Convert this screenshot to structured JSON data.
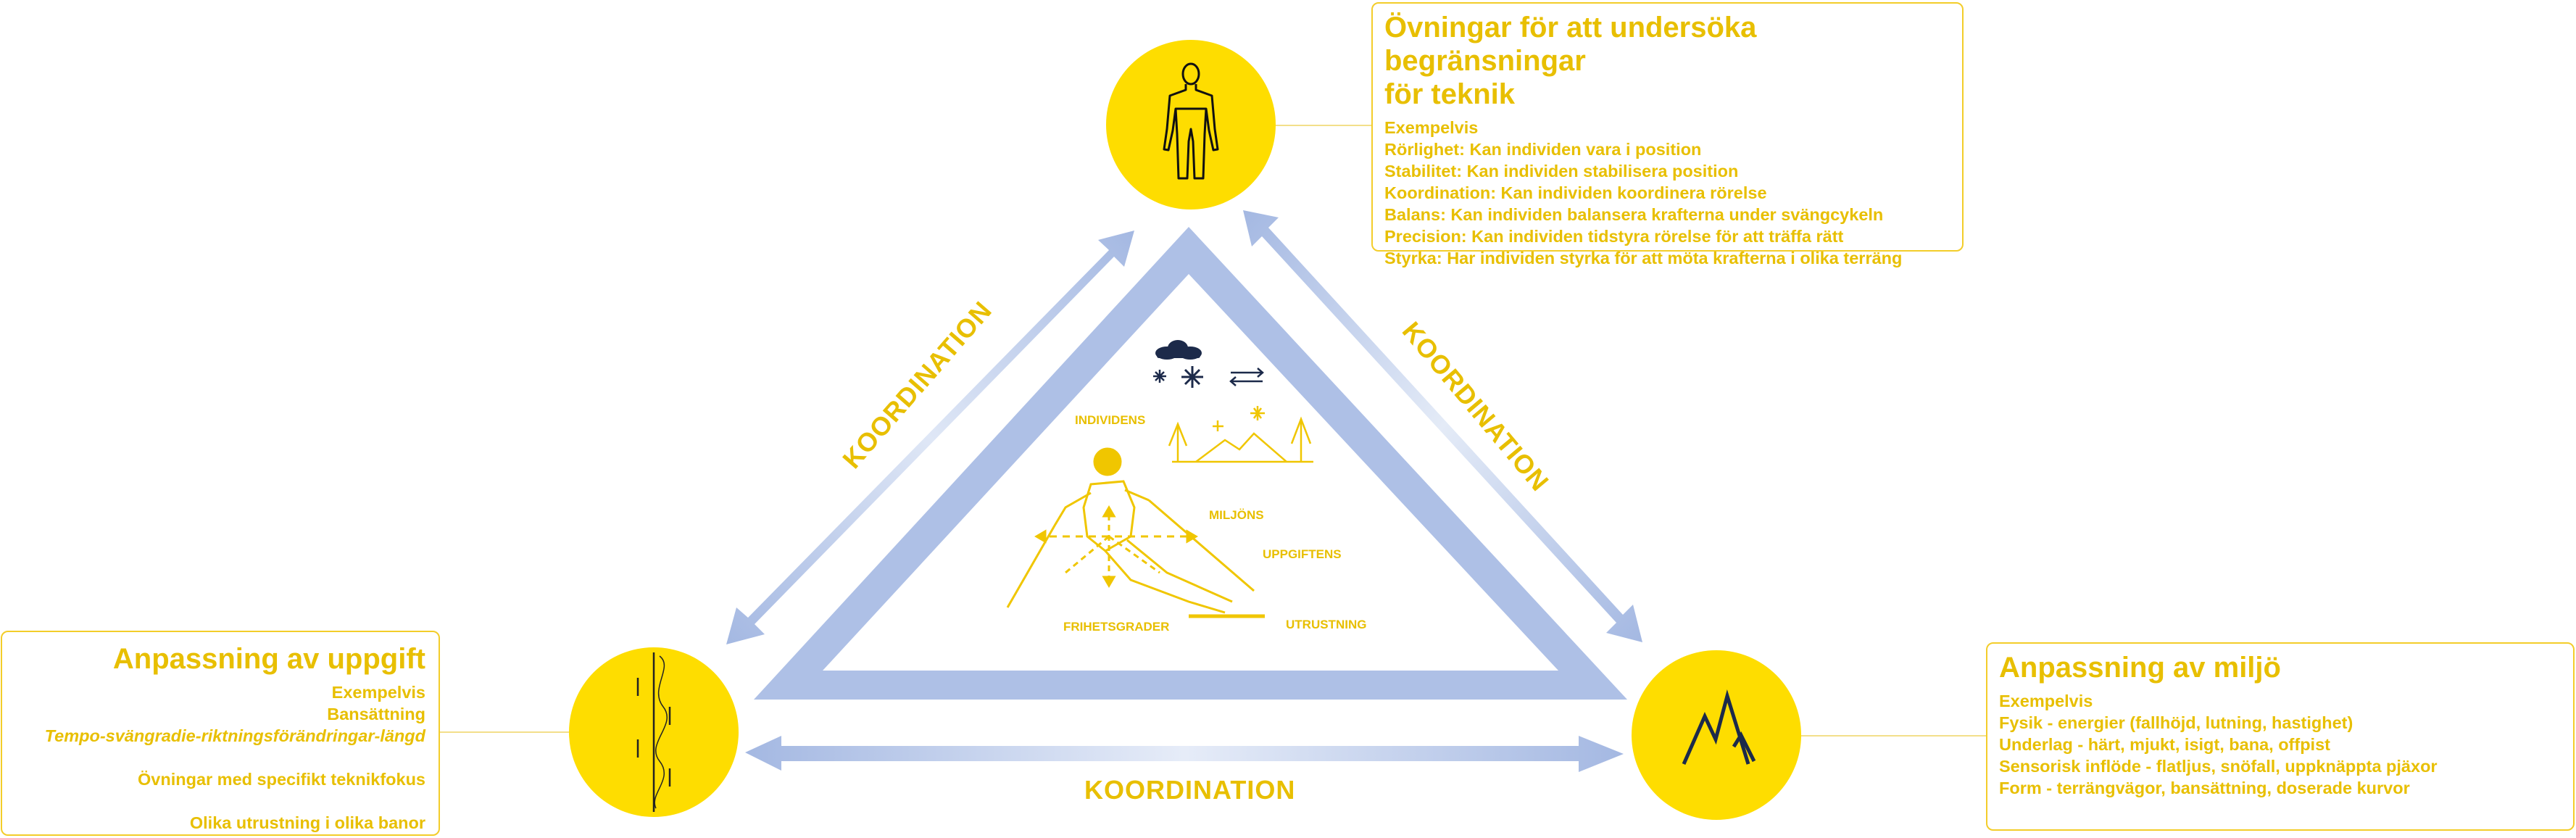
{
  "top_box": {
    "title_line1": "Övningar för att undersöka begränsningar",
    "title_line2": "för teknik",
    "lines": [
      "Exempelvis",
      "Rörlighet: Kan individen vara i position",
      "Stabilitet: Kan individen stabilisera position",
      "Koordination: Kan individen koordinera rörelse",
      "Balans: Kan individen balansera krafterna under svängcykeln",
      "Precision: Kan individen tidstyra rörelse för att träffa rätt",
      "Styrka: Har individen styrka för att möta krafterna i olika terräng"
    ]
  },
  "left_box": {
    "title": "Anpassning av uppgift",
    "line1": "Exempelvis",
    "line2": "Bansättning",
    "line3": "Tempo-svängradie-riktningsförändringar-längd",
    "line4": "Övningar med specifikt teknikfokus",
    "line5": "Olika utrustning i olika banor"
  },
  "right_box": {
    "title": "Anpassning av miljö",
    "lines": [
      "Exempelvis",
      "Fysik - energier (fallhöjd, lutning, hastighet)",
      "Underlag - härt, mjukt, isigt, bana, offpist",
      "Sensorisk inflöde - flatljus, snöfall, uppknäppta pjäxor",
      "Form - terrängvägor, bansättning, doserade kurvor"
    ]
  },
  "arrows": {
    "left_label": "KOORDINATION",
    "right_label": "KOORDINATION",
    "bottom_label": "KOORDINATION"
  },
  "inner": {
    "individens": "INDIVIDENS",
    "miljons": "MILJÖNS",
    "uppgiftens": "UPPGIFTENS",
    "frihetsgrader": "FRIHETSGRADER",
    "utrustning": "UTRUSTNING"
  },
  "colors": {
    "yellow": "#fedd00",
    "text_yellow": "#e8bf00",
    "blue": "#a9bde4",
    "navy": "#1c2a4a"
  },
  "icons": {
    "top_circle": "human-body-icon",
    "left_circle": "slalom-course-icon",
    "right_circle": "mountain-icon",
    "weather": "snow-cloud-icon",
    "swap": "swap-arrows-icon"
  }
}
